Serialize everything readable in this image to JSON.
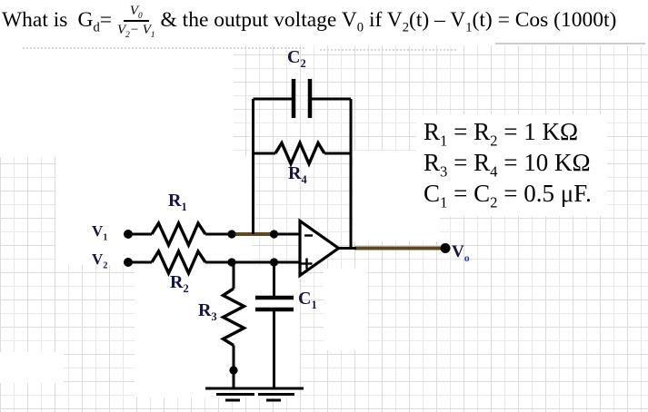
{
  "colors": {
    "paper": "#ffffff",
    "grid-line": "#e9e9e9",
    "grid-dark": "#dcdcdc",
    "text": "#000000",
    "wire": "#000000",
    "signal-wire": "#5e481f",
    "component-label": "#15153d",
    "subscript-accent": "#2b3cc4"
  },
  "title": {
    "lead": "What is",
    "gain_expr": [
      {
        "t": "G",
        "s": "d"
      },
      {
        "t": "="
      }
    ],
    "fraction": {
      "numerator": [
        {
          "t": "V",
          "s": "0",
          "i": 1
        }
      ],
      "denominator": [
        {
          "t": "V",
          "s": "2",
          "i": 1
        },
        {
          "t": "− ",
          "i": 1
        },
        {
          "t": "V",
          "s": "1",
          "i": 1
        }
      ]
    },
    "rest": [
      {
        "t": "& the output voltage V",
        "s": "0"
      },
      {
        "t": " if V",
        "s": "2"
      },
      {
        "t": "(t) – V",
        "s": "1"
      },
      {
        "t": "(t) = Cos (1000t)"
      }
    ]
  },
  "given_values": {
    "lines": [
      [
        {
          "t": "R",
          "s": "1"
        },
        {
          "t": " = R",
          "s": "2"
        },
        {
          "t": " = 1 KΩ"
        }
      ],
      [
        {
          "t": "R",
          "s": "3"
        },
        {
          "t": " = R",
          "s": "4"
        },
        {
          "t": " = 10 KΩ"
        }
      ],
      [
        {
          "t": "C",
          "s": "1"
        },
        {
          "t": " = C",
          "s": "2"
        },
        {
          "t": " = 0.5 μF."
        }
      ]
    ]
  },
  "circuit": {
    "labels": {
      "c2": [
        {
          "t": "C",
          "s": "2"
        }
      ],
      "r4": [
        {
          "t": "R",
          "s": "4"
        }
      ],
      "r1": [
        {
          "t": "R",
          "s": "1"
        }
      ],
      "r2": [
        {
          "t": "R",
          "s": "2"
        }
      ],
      "r3": [
        {
          "t": "R",
          "s": "3"
        }
      ],
      "c1": [
        {
          "t": "C",
          "s": "1"
        }
      ],
      "v1_input": [
        {
          "t": "V",
          "s": "1"
        }
      ],
      "v2_input": [
        {
          "t": "V",
          "s": "2"
        }
      ],
      "vo_output": [
        {
          "t": "V",
          "s": "o"
        }
      ]
    }
  }
}
